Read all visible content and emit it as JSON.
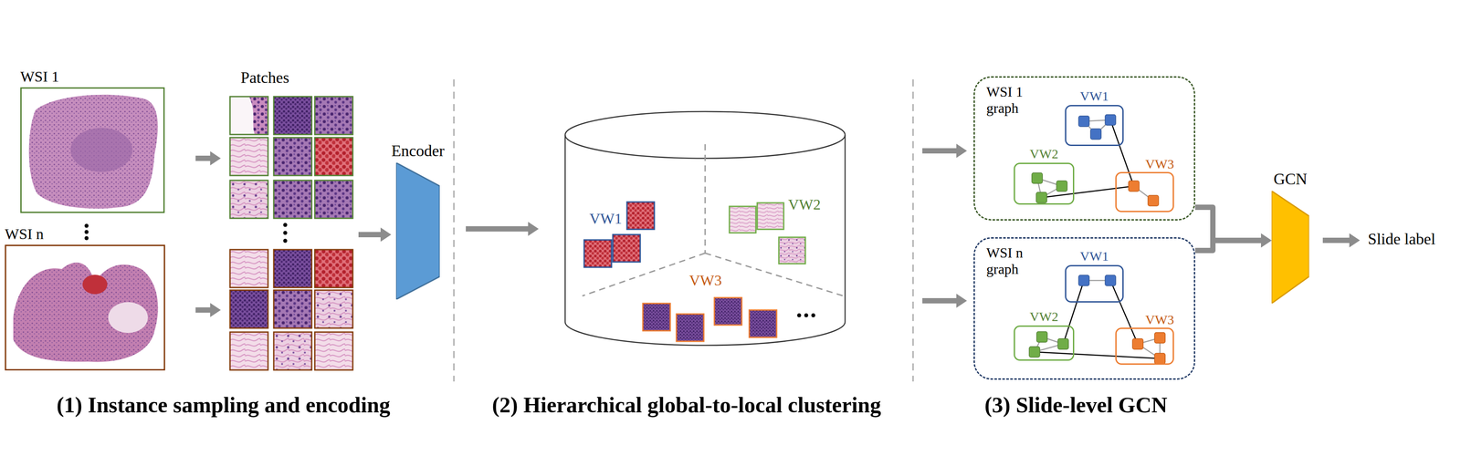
{
  "diagram": {
    "nodes": [
      {
        "text": [
          "WSI 1"
        ]
      },
      {
        "text": [
          "WSI n"
        ]
      },
      {
        "text": [
          "Encoder"
        ]
      },
      {
        "text": [
          "WSI 1 graph"
        ]
      },
      {
        "text": [
          "VW1"
        ],
        "in": 3
      },
      {
        "text": [
          "VW2"
        ],
        "in": 3
      },
      {
        "text": [
          "VW3"
        ],
        "in": 3
      },
      {
        "text": [
          "WSI n graph"
        ]
      },
      {
        "text": [
          "VW1"
        ],
        "in": 7
      },
      {
        "text": [
          "VW2"
        ],
        "in": 7
      },
      {
        "text": [
          "VW3"
        ],
        "in": 7
      },
      {
        "text": [
          "GCN"
        ]
      }
    ],
    "edges": [
      {
        "from": 3,
        "to": 11,
        "arrow": "to"
      },
      {
        "from": 7,
        "to": 11,
        "arrow": "to"
      }
    ],
    "labels": [
      "Patches",
      "VW1",
      "VW2",
      "VW3",
      "Slide label",
      "(1) Instance sampling and encoding",
      "(2) Hierarchical global-to-local clustering",
      "(3) Slide-level GCN"
    ]
  }
}
